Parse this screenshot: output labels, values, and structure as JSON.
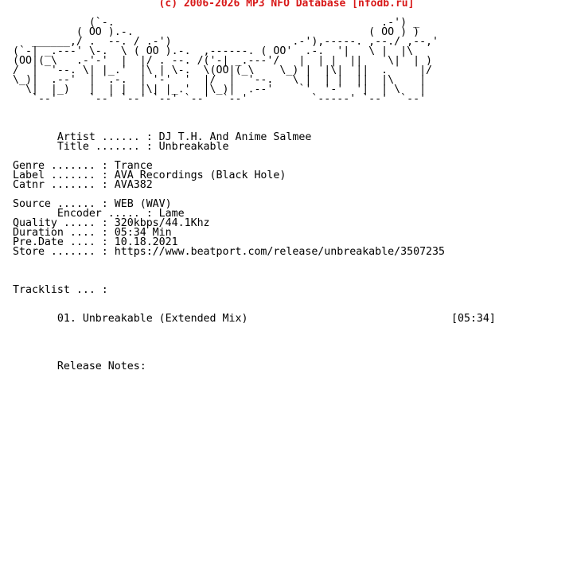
{
  "header": {
    "text": "(c) 2006-2026 MP3 NFO Database [nfodb.ru]",
    "color": "#d81818"
  },
  "nfo": {
    "text_color": "#000000",
    "lines": [
      "            (`-.                                          .-') _",
      "          ( OO ).-.                                     ( OO ) )",
      "   ______,/ .  --. / .-')                   .-'),-----. ,--./ ,--,'",
      "(`-| _.---' \\-.  \\ ( OO ).-.  ,------. ( OO'  .-.  '|   \\ |  |\\",
      "(OO|(_\\   .-'-'  |  |/ . --. /('-| _.---'/   |  | |  ||    \\|  | )",
      "/  |  '--. \\| |_.'  |\\ | \\-.  \\(OO|(_\\    \\_) |  |\\|  ||  .     |/",
      "\\_)|  .--'  |  .-.  | '-'  '  |/  |  '--.   \\ |  | |  ||  |\\    |",
      "  \\|  |_)   |  | |  |\\| |_.'  |\\_)|  .--'    `'  '-'  '|  | \\   |",
      "   `--'     `--' `--' `--' `--'  `--'          `-----' `--'  `--'",
      "",
      "",
      "",
      "       Artist ...... : DJ T.H. And Anime Salmee",
      "       Title ....... : Unbreakable",
      "",
      "Genre ....... : Trance",
      "Label ....... : AVA Recordings (Black Hole)",
      "Catnr ....... : AVA382",
      "",
      "Source ...... : WEB (WAV)",
      "       Encoder ..... : Lame",
      "Quality ..... : 320kbps/44.1Khz",
      "Duration .... : 05:34 Min",
      "Pre.Date .... : 10.18.2021",
      "Store ....... : https://www.beatport.com/release/unbreakable/3507235",
      "",
      "",
      "",
      "Tracklist ... :",
      "",
      "",
      "       01. Unbreakable (Extended Mix)                                [05:34]",
      "",
      "",
      "",
      "",
      "       Release Notes:"
    ]
  }
}
